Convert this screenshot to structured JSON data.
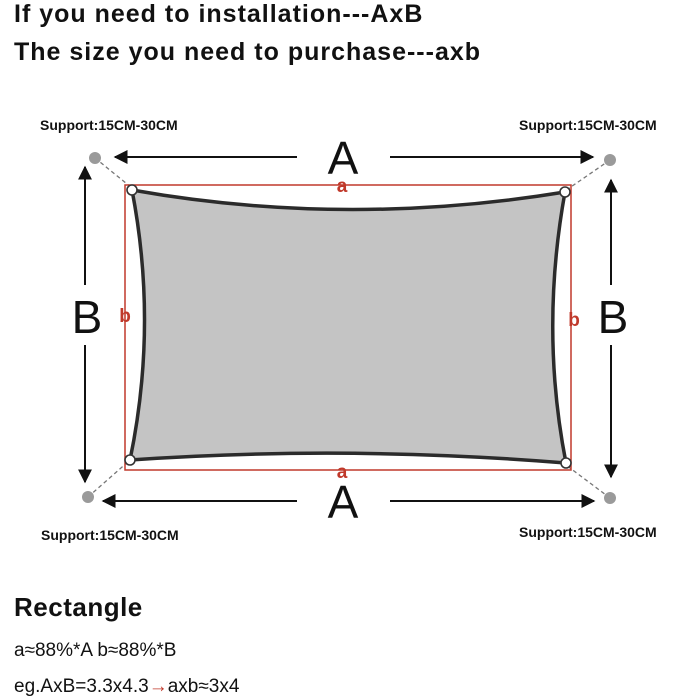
{
  "header": {
    "line1": "If you need to installation---AxB",
    "line2": "The size you need to purchase---axb"
  },
  "supports": {
    "top_left": "Support:15CM-30CM",
    "top_right": "Support:15CM-30CM",
    "bottom_left": "Support:15CM-30CM",
    "bottom_right": "Support:15CM-30CM"
  },
  "diagram": {
    "outer_width_label": "A",
    "outer_height_label": "B",
    "inner_width_label": "a",
    "inner_height_label": "b"
  },
  "colors": {
    "sail_fill": "#c4c4c4",
    "sail_edge": "#2b2b2b",
    "inner_rect": "#c0392b",
    "support_point": "#9a9a9a"
  },
  "notes": {
    "shape_title": "Rectangle",
    "ratio": "a≈88%*A b≈88%*B",
    "example_prefix": "eg.AxB=3.3x4.3",
    "example_arrow": "→",
    "example_suffix": "axb≈3x4"
  }
}
